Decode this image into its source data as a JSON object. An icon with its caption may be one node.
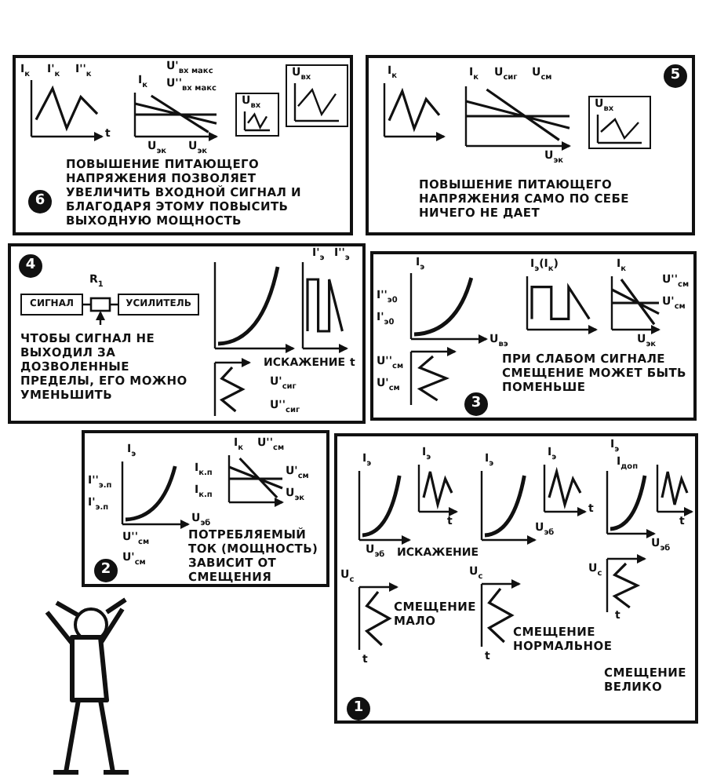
{
  "diagram": {
    "nodes": [
      {
        "text": [
          "6",
          "ПОВЫШЕНИЕ ПИТАЮЩЕГО НАПРЯЖЕНИЯ ПОЗВОЛЯЕТ УВЕЛИЧИТЬ ВХОДНОЙ СИГНАЛ И БЛАГОДАРЯ ЭТОМУ ПОВЫСИТЬ ВЫХОДНУЮ МОЩНОСТЬ"
        ]
      },
      {
        "text": [
          "U$_{вх}$"
        ],
        "in": 0
      },
      {
        "text": [
          "U$_{вх}$"
        ],
        "in": 0
      },
      {
        "text": [
          "5",
          "ПОВЫШЕНИЕ ПИТАЮЩЕГО НАПРЯЖЕНИЯ САМО ПО СЕБЕ НИЧЕГО НЕ ДАЕТ"
        ]
      },
      {
        "text": [
          "U$_{вх}$"
        ],
        "in": 3
      },
      {
        "text": [
          "4",
          "ЧТОБЫ СИГНАЛ НЕ ВЫХОДИЛ ЗА ДОЗВОЛЕННЫЕ ПРЕДЕЛЫ, ЕГО МОЖНО УМЕНЬШИТЬ"
        ]
      },
      {
        "text": [
          "СИГНАЛ"
        ],
        "in": 5
      },
      {
        "text": [
          "УСИЛИТЕЛЬ"
        ],
        "in": 5
      },
      {
        "text": [
          "3",
          "ПРИ СЛАБОМ СИГНАЛЕ СМЕЩЕНИЕ МОЖЕТ БЫТЬ ПОМЕНЬШЕ"
        ]
      },
      {
        "text": [
          "2",
          "ПОТРЕБЛЯЕМЫЙ ТОК (МОЩНОСТЬ) ЗАВИСИТ ОТ СМЕЩЕНИЯ"
        ]
      },
      {
        "text": [
          "1",
          "СМЕЩЕНИЕ МАЛО",
          "СМЕЩЕНИЕ НОРМАЛЬНОЕ",
          "СМЕЩЕНИЕ ВЕЛИКО"
        ]
      }
    ],
    "edges": [
      {
        "from": 6,
        "to": 7,
        "arrow": "none"
      }
    ],
    "labels": [
      "I$_{к}$",
      "I'$_{к}$",
      "I''$_{к}$",
      "t",
      "I$_{к}$",
      "U'$_{вх макс}$",
      "U''$_{вх макс}$",
      "U$_{эк}$",
      "U$_{эк}$",
      "I$_{к}$",
      "I$_{к}$",
      "U$_{сиг}$",
      "U$_{см}$",
      "U$_{эк}$",
      "R$_{1}$",
      "I'$_{э}$",
      "I''$_{э}$",
      "ИСКАЖЕНИЕ",
      "t",
      "U'$_{сиг}$",
      "U''$_{сиг}$",
      "I$_{э}$",
      "I''$_{э0}$",
      "I'$_{э0}$",
      "U$_{вэ}$",
      "U''$_{см}$",
      "U'$_{см}$",
      "I$_{э}$(I$_{к}$)",
      "I$_{к}$",
      "U''$_{см}$",
      "U'$_{см}$",
      "U$_{эк}$",
      "I$_{э}$",
      "I''$_{э.п}$",
      "I'$_{э.п}$",
      "U$_{эб}$",
      "U''$_{см}$",
      "U'$_{см}$",
      "I$_{к}$",
      "U''$_{см}$",
      "I$_{к.п}$",
      "I$_{к.п}$",
      "U'$_{см}$",
      "U$_{эк}$",
      "I$_{э}$",
      "I$_{э}$",
      "t",
      "U$_{эб}$",
      "ИСКАЖЕНИЕ",
      "U$_{с}$",
      "t",
      "I$_{э}$",
      "I$_{э}$",
      "t",
      "U$_{эб}$",
      "U$_{с}$",
      "t",
      "I$_{э}$",
      "I$_{доп}$",
      "t",
      "U$_{эб}$",
      "U$_{с}$",
      "t"
    ]
  }
}
